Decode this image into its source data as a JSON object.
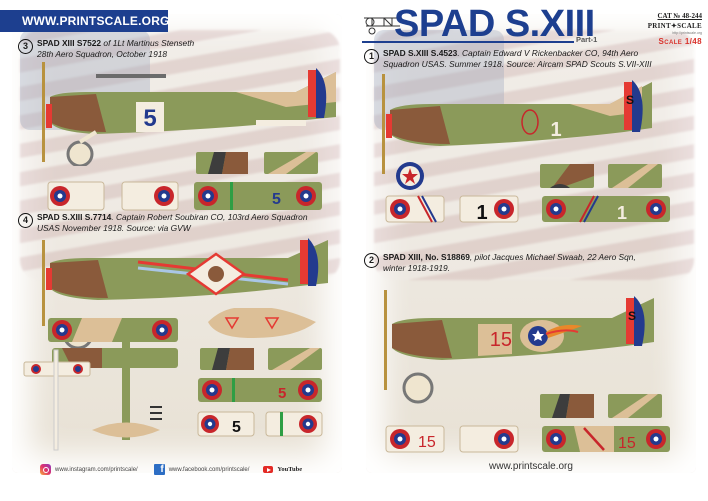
{
  "left_sheet": {
    "site_banner": "WWW.PRINTSCALE.ORG",
    "profiles": [
      {
        "number": "3",
        "title_bold": "SPAD XIII S7522",
        "title_rest": " of 1Lt Martinus  Stenseth",
        "line2": "28th Aero Squadron, October 1918",
        "fuselage_marking": "5"
      },
      {
        "number": "4",
        "title_bold": "SPAD S.XIII S.7714",
        "title_rest": ". Captain Robert Soubiran CO, 103rd Aero Squadron",
        "line2": "USAS November 1918. Source: via GVW",
        "wing_marking": "5"
      }
    ],
    "footer": {
      "instagram": "www.instagram.com/printscale/",
      "facebook": "www.facebook.com/printscale/",
      "youtube": "YouTube"
    }
  },
  "right_sheet": {
    "title": "SPAD S.XIII",
    "part": "Part-1",
    "catalog": "CAT № 48-244",
    "brand": "PRINT✦SCALE",
    "brand_url": "http://printscale.org",
    "scale": "Scale 1/48",
    "profiles": [
      {
        "number": "1",
        "title_bold": "SPAD S.XIII S.4523",
        "title_rest": ". Captain Edward V Rickenbacker CO, 94th Aero",
        "line2": "Squadron USAS. Summer 1918. Source: Aircam SPAD Scouts S.VII-XIII",
        "fuselage_marking": "1"
      },
      {
        "number": "2",
        "title_bold": "SPAD XIII, No. S18869",
        "title_rest": ", pilot Jacques Michael Swaab, 22 Aero Sqn,",
        "line2": "winter 1918-1919.",
        "fuselage_marking": "15"
      }
    ],
    "footer_url": "www.printscale.org"
  },
  "colors": {
    "brand_blue": "#1d3f8f",
    "scale_red": "#d9322b",
    "camo_olive": "#8b9a5a",
    "camo_brown": "#8a5a3b",
    "camo_tan": "#dcbf97",
    "camo_dark": "#3d3d3d",
    "roundel_red": "#c8262b",
    "roundel_blue": "#233a8e"
  }
}
